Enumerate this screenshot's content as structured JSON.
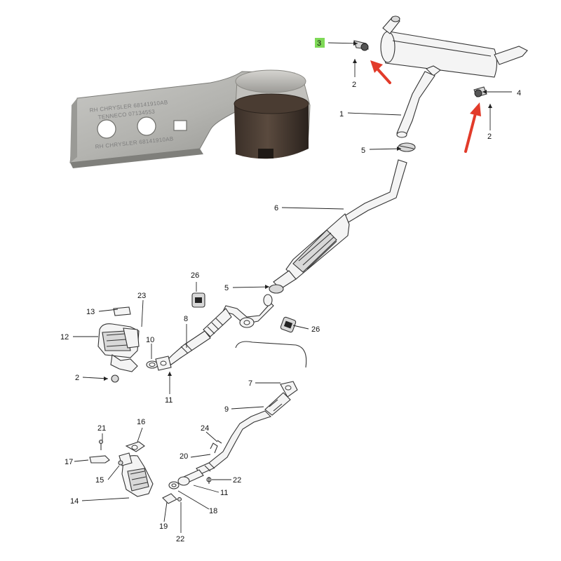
{
  "highlight_color": "#7ed957",
  "arrow_color": "#e23b2a",
  "photo": {
    "stamp_line_1": "RH CHRYSLER 68141910AB",
    "stamp_line_2": "TENNECO 07134553",
    "stamp_line_3": "RH CHRYSLER 68141910AB"
  },
  "callouts": [
    {
      "id": "c3",
      "text": "3"
    },
    {
      "id": "c2a",
      "text": "2"
    },
    {
      "id": "c1",
      "text": "1"
    },
    {
      "id": "c4",
      "text": "4"
    },
    {
      "id": "c2b",
      "text": "2"
    },
    {
      "id": "c5a",
      "text": "5"
    },
    {
      "id": "c6",
      "text": "6"
    },
    {
      "id": "c26a",
      "text": "26"
    },
    {
      "id": "c5b",
      "text": "5"
    },
    {
      "id": "c23",
      "text": "23"
    },
    {
      "id": "c13",
      "text": "13"
    },
    {
      "id": "c8",
      "text": "8"
    },
    {
      "id": "c26b",
      "text": "26"
    },
    {
      "id": "c12",
      "text": "12"
    },
    {
      "id": "c10",
      "text": "10"
    },
    {
      "id": "c2c",
      "text": "2"
    },
    {
      "id": "c11a",
      "text": "11"
    },
    {
      "id": "c7",
      "text": "7"
    },
    {
      "id": "c9",
      "text": "9"
    },
    {
      "id": "c21",
      "text": "21"
    },
    {
      "id": "c16",
      "text": "16"
    },
    {
      "id": "c24",
      "text": "24"
    },
    {
      "id": "c17",
      "text": "17"
    },
    {
      "id": "c20",
      "text": "20"
    },
    {
      "id": "c15",
      "text": "15"
    },
    {
      "id": "c22a",
      "text": "22"
    },
    {
      "id": "c11b",
      "text": "11"
    },
    {
      "id": "c14",
      "text": "14"
    },
    {
      "id": "c18",
      "text": "18"
    },
    {
      "id": "c19",
      "text": "19"
    },
    {
      "id": "c22b",
      "text": "22"
    }
  ]
}
